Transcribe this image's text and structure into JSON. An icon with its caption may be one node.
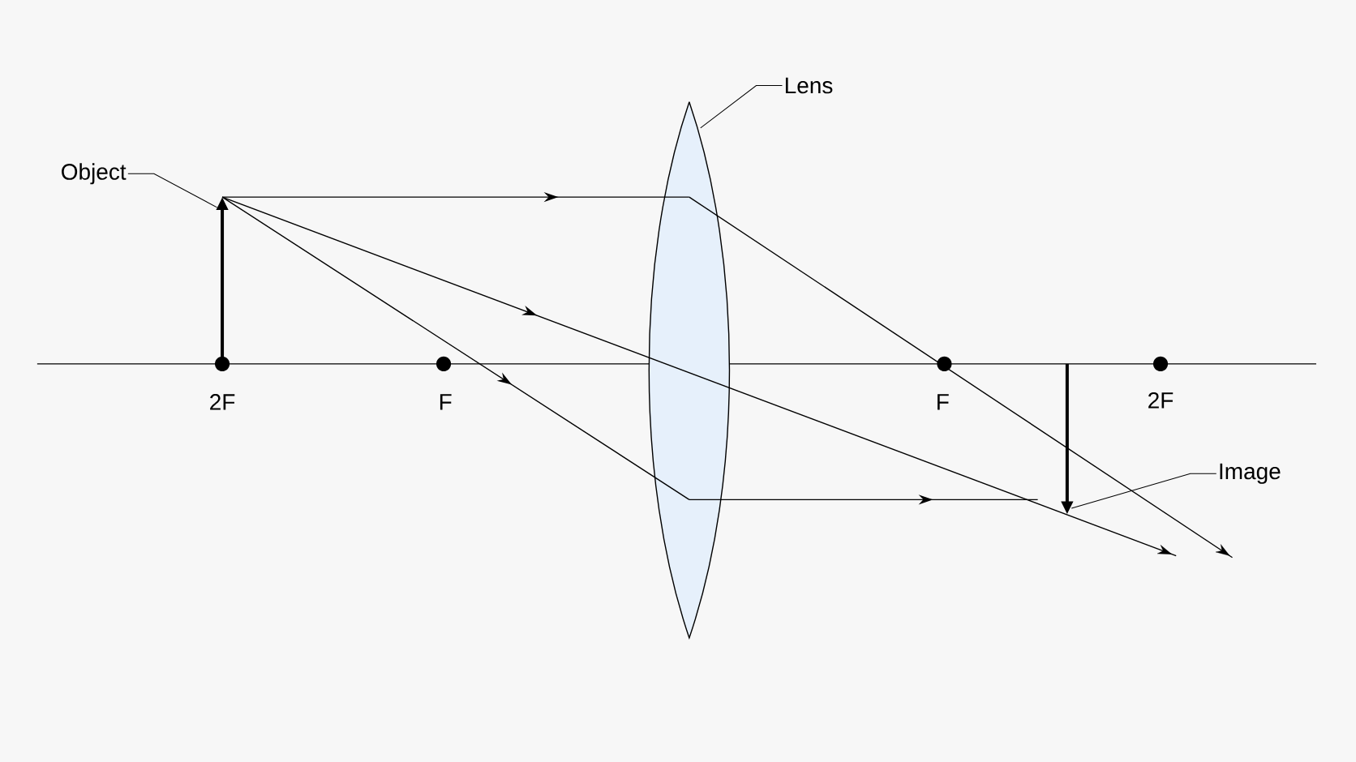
{
  "diagram": {
    "nodes": [
      {
        "text": [
          "Object"
        ]
      },
      {
        "text": [],
        "shape": "arrow"
      },
      {
        "text": [
          "Lens"
        ]
      },
      {
        "text": [],
        "shape": "lens"
      },
      {
        "text": [
          "Image"
        ]
      },
      {
        "text": [],
        "shape": "arrow"
      }
    ],
    "edges": [
      {
        "from": 0,
        "to": 1,
        "arrow": "none"
      },
      {
        "from": 2,
        "to": 3,
        "arrow": "none"
      },
      {
        "from": 4,
        "to": 5,
        "arrow": "none"
      }
    ],
    "labels": [
      "2F",
      "F",
      "F",
      "2F"
    ]
  }
}
